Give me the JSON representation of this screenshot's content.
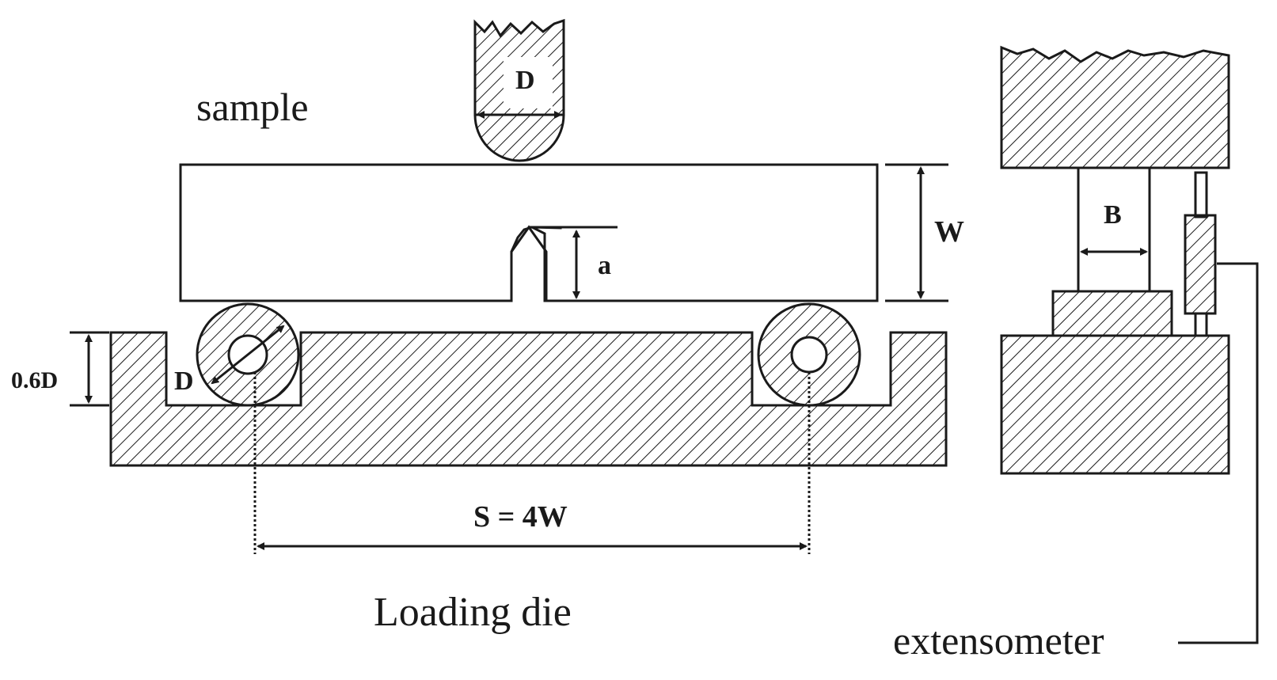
{
  "labels": {
    "sample": "sample",
    "indenter_d": "D",
    "width_w": "W",
    "notch_a": "a",
    "thickness_b": "B",
    "roller_d": "D",
    "offset_06d": "0.6D",
    "span": "S = 4W",
    "loading_die": "Loading die",
    "extensometer": "extensometer"
  },
  "colors": {
    "ink": "#1a1a1a",
    "background": "#ffffff"
  }
}
